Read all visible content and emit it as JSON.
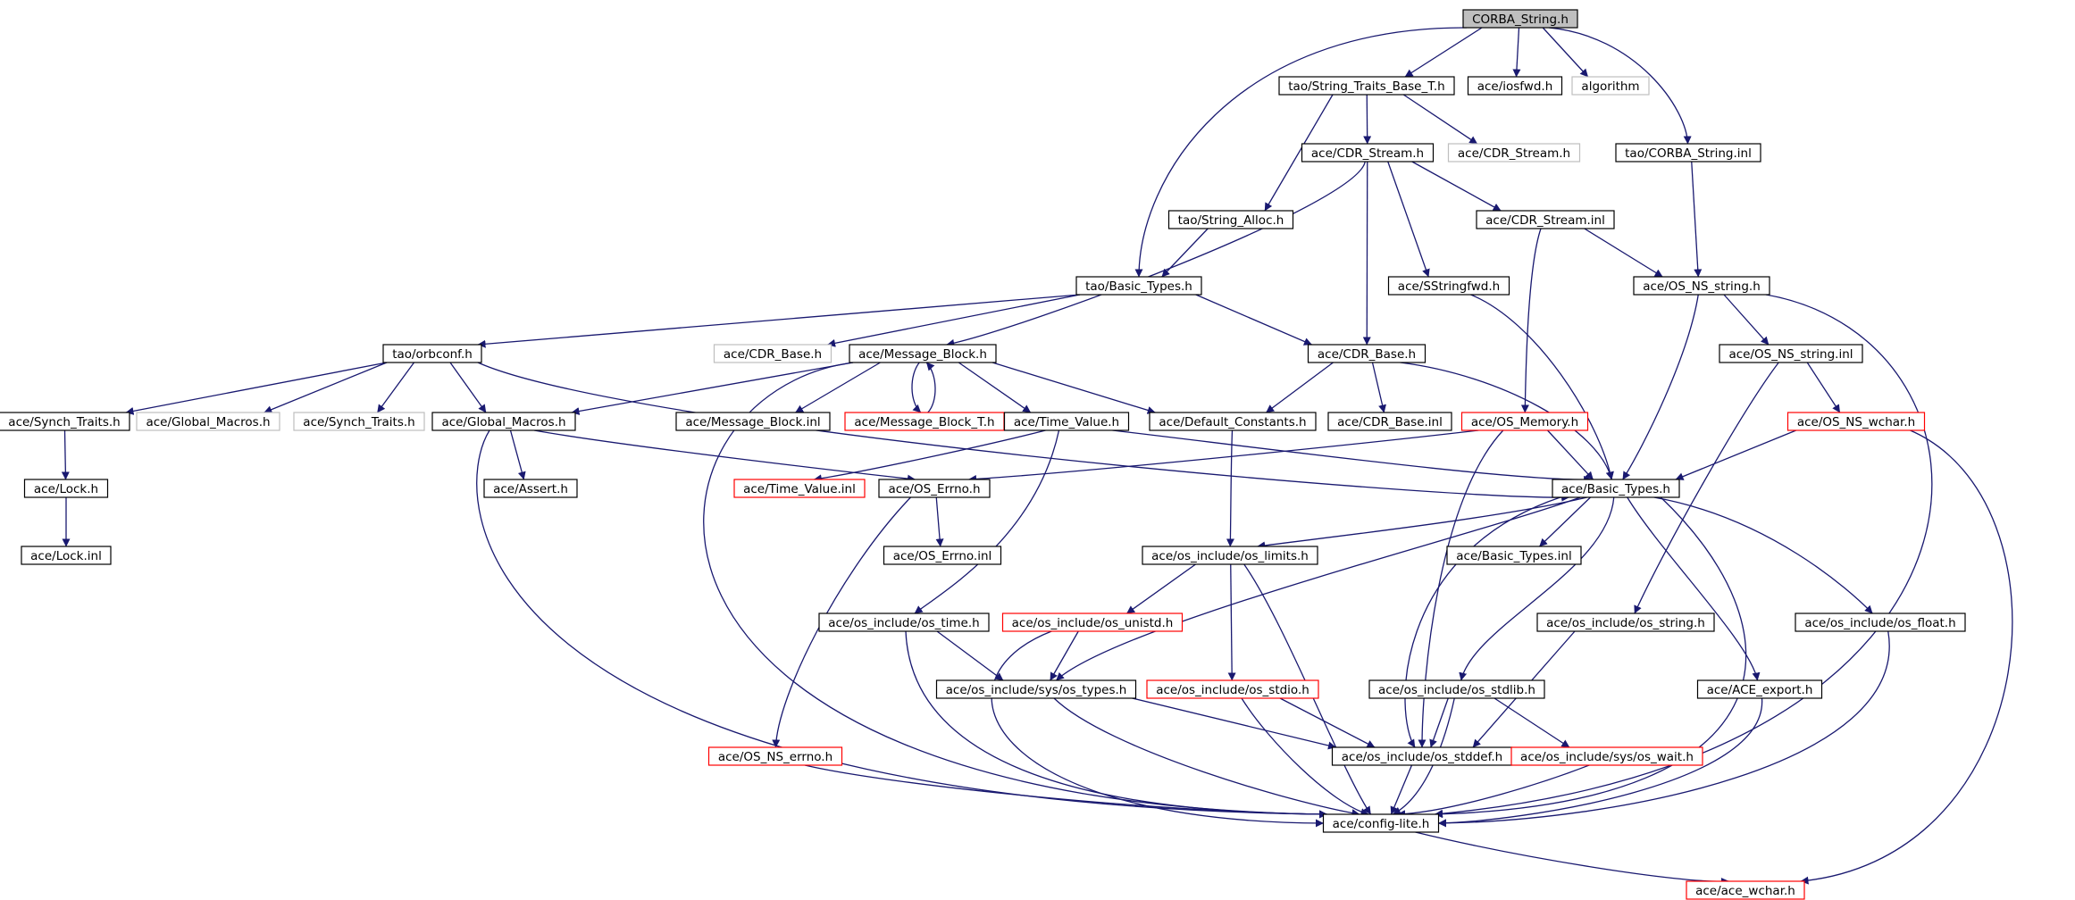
{
  "diagram": {
    "colors": {
      "edge": "#191970",
      "node_border_normal": "#000000",
      "node_border_truncated": "#ff0000",
      "node_border_external": "#bfbfbf",
      "node_fill_root": "#bfbfbf",
      "node_fill": "#ffffff"
    },
    "nodes": [
      {
        "id": "corba_string_h",
        "label": "CORBA_String.h",
        "style": "root"
      },
      {
        "id": "string_traits_base_t_h",
        "label": "tao/String_Traits_Base_T.h",
        "style": "normal"
      },
      {
        "id": "ace_iosfwd_h",
        "label": "ace/iosfwd.h",
        "style": "normal"
      },
      {
        "id": "algorithm",
        "label": "algorithm",
        "style": "external"
      },
      {
        "id": "ace_cdr_stream_h",
        "label": "ace/CDR_Stream.h",
        "style": "normal"
      },
      {
        "id": "ace_cdr_stream_h_ext",
        "label": "ace/CDR_Stream.h",
        "style": "external"
      },
      {
        "id": "tao_corba_string_inl",
        "label": "tao/CORBA_String.inl",
        "style": "normal"
      },
      {
        "id": "tao_string_alloc_h",
        "label": "tao/String_Alloc.h",
        "style": "normal"
      },
      {
        "id": "ace_cdr_stream_inl",
        "label": "ace/CDR_Stream.inl",
        "style": "normal"
      },
      {
        "id": "tao_basic_types_h",
        "label": "tao/Basic_Types.h",
        "style": "normal"
      },
      {
        "id": "ace_sstringfwd_h",
        "label": "ace/SStringfwd.h",
        "style": "normal"
      },
      {
        "id": "ace_os_ns_string_h",
        "label": "ace/OS_NS_string.h",
        "style": "normal"
      },
      {
        "id": "tao_orbconf_h",
        "label": "tao/orbconf.h",
        "style": "normal"
      },
      {
        "id": "ace_cdr_base_h_ext",
        "label": "ace/CDR_Base.h",
        "style": "external"
      },
      {
        "id": "ace_message_block_h",
        "label": "ace/Message_Block.h",
        "style": "normal"
      },
      {
        "id": "ace_cdr_base_h",
        "label": "ace/CDR_Base.h",
        "style": "normal"
      },
      {
        "id": "ace_os_ns_string_inl",
        "label": "ace/OS_NS_string.inl",
        "style": "normal"
      },
      {
        "id": "ace_synch_traits_h",
        "label": "ace/Synch_Traits.h",
        "style": "normal"
      },
      {
        "id": "ace_global_macros_h_ext",
        "label": "ace/Global_Macros.h",
        "style": "external"
      },
      {
        "id": "ace_synch_traits_h_ext",
        "label": "ace/Synch_Traits.h",
        "style": "external"
      },
      {
        "id": "ace_global_macros_h",
        "label": "ace/Global_Macros.h",
        "style": "normal"
      },
      {
        "id": "ace_message_block_inl",
        "label": "ace/Message_Block.inl",
        "style": "normal"
      },
      {
        "id": "ace_message_block_t_h",
        "label": "ace/Message_Block_T.h",
        "style": "truncated"
      },
      {
        "id": "ace_time_value_h",
        "label": "ace/Time_Value.h",
        "style": "normal"
      },
      {
        "id": "ace_default_constants_h",
        "label": "ace/Default_Constants.h",
        "style": "normal"
      },
      {
        "id": "ace_cdr_base_inl",
        "label": "ace/CDR_Base.inl",
        "style": "normal"
      },
      {
        "id": "ace_os_memory_h",
        "label": "ace/OS_Memory.h",
        "style": "truncated"
      },
      {
        "id": "ace_os_ns_wchar_h",
        "label": "ace/OS_NS_wchar.h",
        "style": "truncated"
      },
      {
        "id": "ace_lock_h",
        "label": "ace/Lock.h",
        "style": "normal"
      },
      {
        "id": "ace_assert_h",
        "label": "ace/Assert.h",
        "style": "normal"
      },
      {
        "id": "ace_time_value_inl",
        "label": "ace/Time_Value.inl",
        "style": "truncated"
      },
      {
        "id": "ace_os_errno_h",
        "label": "ace/OS_Errno.h",
        "style": "normal"
      },
      {
        "id": "ace_basic_types_h",
        "label": "ace/Basic_Types.h",
        "style": "normal"
      },
      {
        "id": "ace_lock_inl",
        "label": "ace/Lock.inl",
        "style": "normal"
      },
      {
        "id": "ace_os_errno_inl",
        "label": "ace/OS_Errno.inl",
        "style": "normal"
      },
      {
        "id": "os_limits_h",
        "label": "ace/os_include/os_limits.h",
        "style": "normal"
      },
      {
        "id": "ace_basic_types_inl",
        "label": "ace/Basic_Types.inl",
        "style": "normal"
      },
      {
        "id": "os_time_h",
        "label": "ace/os_include/os_time.h",
        "style": "normal"
      },
      {
        "id": "os_unistd_h",
        "label": "ace/os_include/os_unistd.h",
        "style": "truncated"
      },
      {
        "id": "os_string_h",
        "label": "ace/os_include/os_string.h",
        "style": "normal"
      },
      {
        "id": "os_float_h",
        "label": "ace/os_include/os_float.h",
        "style": "normal"
      },
      {
        "id": "os_sys_types_h",
        "label": "ace/os_include/sys/os_types.h",
        "style": "normal"
      },
      {
        "id": "os_stdio_h",
        "label": "ace/os_include/os_stdio.h",
        "style": "truncated"
      },
      {
        "id": "os_stdlib_h",
        "label": "ace/os_include/os_stdlib.h",
        "style": "normal"
      },
      {
        "id": "ace_ace_export_h",
        "label": "ace/ACE_export.h",
        "style": "normal"
      },
      {
        "id": "ace_os_ns_errno_h",
        "label": "ace/OS_NS_errno.h",
        "style": "truncated"
      },
      {
        "id": "os_stddef_h",
        "label": "ace/os_include/os_stddef.h",
        "style": "normal"
      },
      {
        "id": "os_sys_wait_h",
        "label": "ace/os_include/sys/os_wait.h",
        "style": "truncated"
      },
      {
        "id": "ace_config_lite_h",
        "label": "ace/config-lite.h",
        "style": "normal"
      },
      {
        "id": "ace_ace_wchar_h",
        "label": "ace/ace_wchar.h",
        "style": "truncated"
      }
    ],
    "edges": [
      [
        "corba_string_h",
        "string_traits_base_t_h"
      ],
      [
        "corba_string_h",
        "ace_iosfwd_h"
      ],
      [
        "corba_string_h",
        "algorithm"
      ],
      [
        "corba_string_h",
        "tao_corba_string_inl"
      ],
      [
        "corba_string_h",
        "tao_basic_types_h"
      ],
      [
        "string_traits_base_t_h",
        "ace_cdr_stream_h"
      ],
      [
        "string_traits_base_t_h",
        "ace_cdr_stream_h_ext"
      ],
      [
        "string_traits_base_t_h",
        "tao_string_alloc_h"
      ],
      [
        "tao_string_alloc_h",
        "tao_basic_types_h"
      ],
      [
        "ace_cdr_stream_h",
        "ace_cdr_stream_inl"
      ],
      [
        "ace_cdr_stream_h",
        "ace_sstringfwd_h"
      ],
      [
        "ace_cdr_stream_h",
        "ace_cdr_base_h"
      ],
      [
        "ace_cdr_stream_h",
        "ace_message_block_h"
      ],
      [
        "tao_corba_string_inl",
        "ace_os_ns_string_h"
      ],
      [
        "ace_cdr_stream_inl",
        "ace_os_ns_string_h"
      ],
      [
        "ace_cdr_stream_inl",
        "ace_os_memory_h"
      ],
      [
        "tao_basic_types_h",
        "tao_orbconf_h"
      ],
      [
        "tao_basic_types_h",
        "ace_cdr_base_h_ext"
      ],
      [
        "tao_basic_types_h",
        "ace_cdr_base_h"
      ],
      [
        "ace_sstringfwd_h",
        "ace_basic_types_h"
      ],
      [
        "ace_os_ns_string_h",
        "ace_os_ns_string_inl"
      ],
      [
        "ace_os_ns_string_h",
        "ace_basic_types_h"
      ],
      [
        "ace_os_ns_string_h",
        "ace_config_lite_h"
      ],
      [
        "tao_orbconf_h",
        "ace_synch_traits_h"
      ],
      [
        "tao_orbconf_h",
        "ace_global_macros_h_ext"
      ],
      [
        "tao_orbconf_h",
        "ace_synch_traits_h_ext"
      ],
      [
        "tao_orbconf_h",
        "ace_global_macros_h"
      ],
      [
        "tao_orbconf_h",
        "ace_basic_types_h"
      ],
      [
        "ace_message_block_h",
        "ace_global_macros_h"
      ],
      [
        "ace_message_block_h",
        "ace_message_block_inl"
      ],
      [
        "ace_message_block_h",
        "ace_message_block_t_h"
      ],
      [
        "ace_message_block_t_h",
        "ace_message_block_h"
      ],
      [
        "ace_message_block_h",
        "ace_time_value_h"
      ],
      [
        "ace_message_block_h",
        "ace_default_constants_h"
      ],
      [
        "ace_message_block_h",
        "ace_config_lite_h"
      ],
      [
        "ace_cdr_base_h",
        "ace_default_constants_h"
      ],
      [
        "ace_cdr_base_h",
        "ace_cdr_base_inl"
      ],
      [
        "ace_cdr_base_h",
        "ace_basic_types_h"
      ],
      [
        "ace_os_ns_string_inl",
        "ace_os_ns_wchar_h"
      ],
      [
        "ace_os_ns_string_inl",
        "os_string_h"
      ],
      [
        "ace_synch_traits_h",
        "ace_lock_h"
      ],
      [
        "ace_lock_h",
        "ace_lock_inl"
      ],
      [
        "ace_global_macros_h",
        "ace_assert_h"
      ],
      [
        "ace_global_macros_h",
        "ace_os_errno_h"
      ],
      [
        "ace_global_macros_h",
        "ace_config_lite_h"
      ],
      [
        "ace_time_value_h",
        "ace_time_value_inl"
      ],
      [
        "ace_time_value_h",
        "ace_basic_types_h"
      ],
      [
        "ace_time_value_h",
        "os_time_h"
      ],
      [
        "ace_default_constants_h",
        "os_limits_h"
      ],
      [
        "ace_os_memory_h",
        "ace_os_errno_h"
      ],
      [
        "ace_os_memory_h",
        "ace_basic_types_h"
      ],
      [
        "ace_os_memory_h",
        "os_stddef_h"
      ],
      [
        "ace_os_ns_wchar_h",
        "ace_basic_types_h"
      ],
      [
        "ace_os_ns_wchar_h",
        "ace_ace_wchar_h"
      ],
      [
        "ace_os_errno_h",
        "ace_os_errno_inl"
      ],
      [
        "ace_os_errno_h",
        "ace_os_ns_errno_h"
      ],
      [
        "ace_basic_types_h",
        "ace_basic_types_inl"
      ],
      [
        "ace_basic_types_h",
        "os_limits_h"
      ],
      [
        "ace_basic_types_h",
        "os_float_h"
      ],
      [
        "ace_basic_types_h",
        "os_stdlib_h"
      ],
      [
        "ace_basic_types_h",
        "ace_ace_export_h"
      ],
      [
        "ace_basic_types_h",
        "os_sys_types_h"
      ],
      [
        "ace_basic_types_h",
        "os_stddef_h"
      ],
      [
        "ace_basic_types_h",
        "ace_config_lite_h"
      ],
      [
        "os_limits_h",
        "os_unistd_h"
      ],
      [
        "os_limits_h",
        "os_stdio_h"
      ],
      [
        "os_limits_h",
        "ace_config_lite_h"
      ],
      [
        "os_time_h",
        "os_sys_types_h"
      ],
      [
        "os_time_h",
        "ace_config_lite_h"
      ],
      [
        "os_unistd_h",
        "os_sys_types_h"
      ],
      [
        "os_unistd_h",
        "ace_config_lite_h"
      ],
      [
        "os_string_h",
        "os_stddef_h"
      ],
      [
        "os_float_h",
        "ace_config_lite_h"
      ],
      [
        "os_sys_types_h",
        "os_stddef_h"
      ],
      [
        "os_sys_types_h",
        "ace_config_lite_h"
      ],
      [
        "os_stdio_h",
        "os_stddef_h"
      ],
      [
        "os_stdio_h",
        "ace_config_lite_h"
      ],
      [
        "os_stdlib_h",
        "os_sys_wait_h"
      ],
      [
        "os_stdlib_h",
        "os_stddef_h"
      ],
      [
        "os_stdlib_h",
        "ace_config_lite_h"
      ],
      [
        "ace_ace_export_h",
        "ace_config_lite_h"
      ],
      [
        "ace_os_ns_errno_h",
        "ace_config_lite_h"
      ],
      [
        "os_stddef_h",
        "ace_config_lite_h"
      ],
      [
        "os_sys_wait_h",
        "ace_config_lite_h"
      ],
      [
        "ace_config_lite_h",
        "ace_ace_wchar_h"
      ]
    ]
  }
}
